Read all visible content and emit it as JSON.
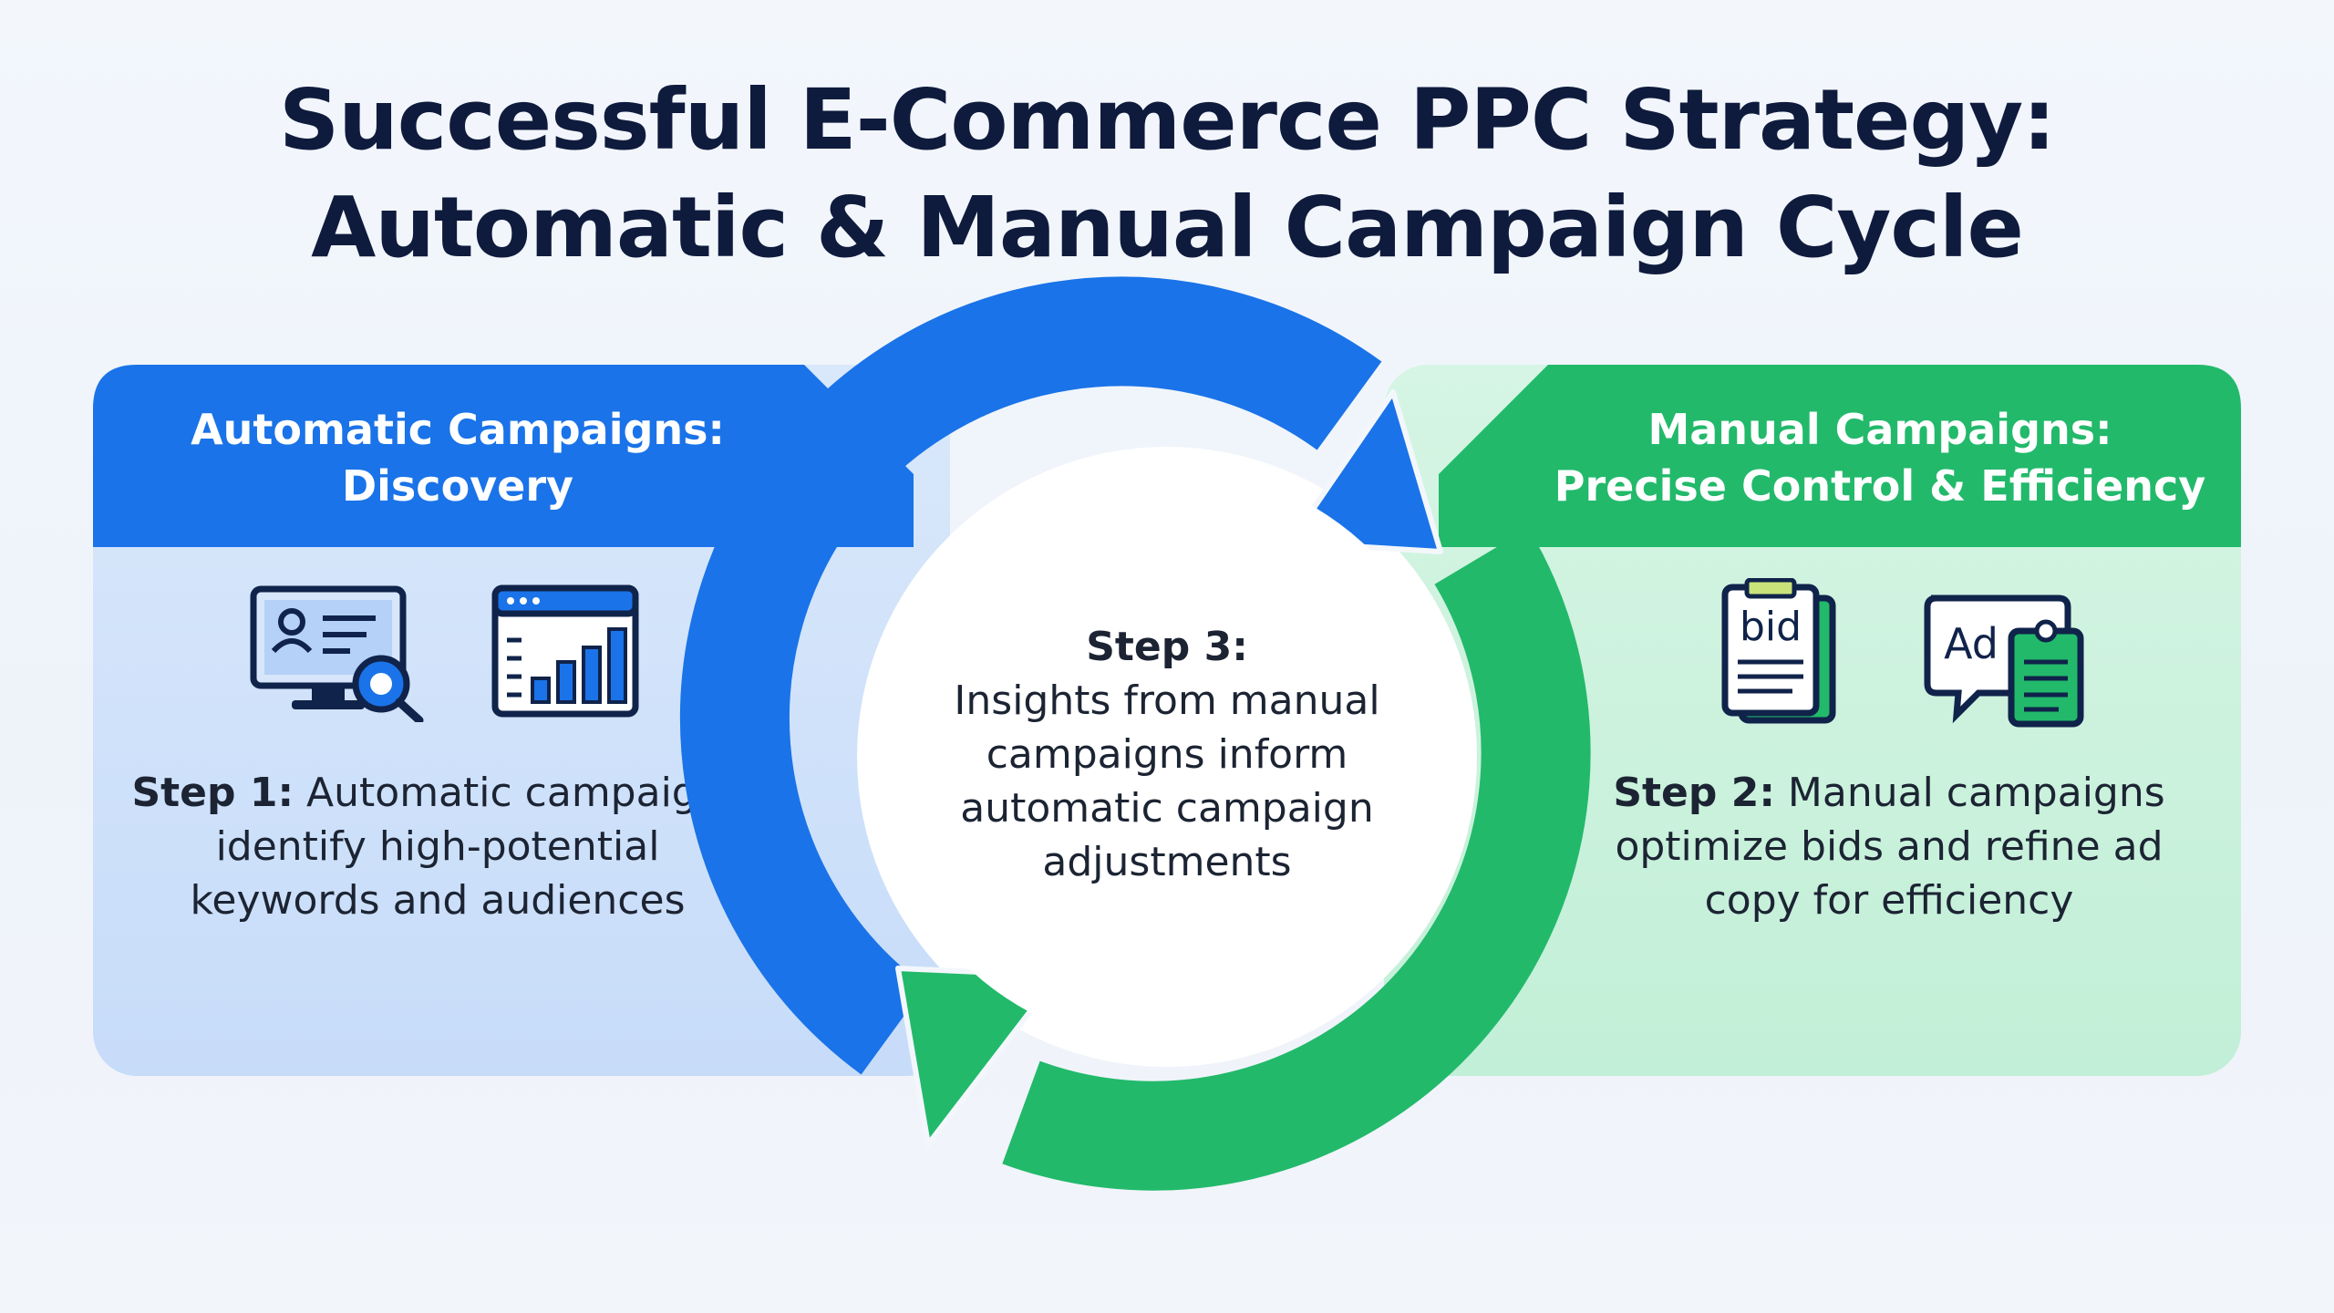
{
  "title": {
    "line1": "Successful E-Commerce PPC Strategy:",
    "line2": "Automatic & Manual Campaign Cycle"
  },
  "automatic": {
    "heading_line1": "Automatic Campaigns:",
    "heading_line2": "Discovery",
    "step_label": "Step 1:",
    "step_line1_rest": " Automatic campaigns",
    "step_line2": "identify high-potential",
    "step_line3": "keywords and audiences",
    "icons": [
      "monitor-search-icon",
      "bar-chart-window-icon"
    ],
    "color": "#1a73e8"
  },
  "manual": {
    "heading_line1": "Manual Campaigns:",
    "heading_line2": "Precise Control & Efficiency",
    "step_label": "Step 2:",
    "step_line1_rest": " Manual campaigns",
    "step_line2": "optimize bids and refine ad",
    "step_line3": "copy for efficiency",
    "icons": [
      "bid-document-icon",
      "ad-chat-clipboard-icon"
    ],
    "bid_text": "bid",
    "ad_text": "Ad",
    "color": "#22b96b"
  },
  "center": {
    "step_label": "Step 3:",
    "line1": "Insights from manual",
    "line2": "campaigns inform",
    "line3": "automatic campaign",
    "line4": "adjustments"
  }
}
